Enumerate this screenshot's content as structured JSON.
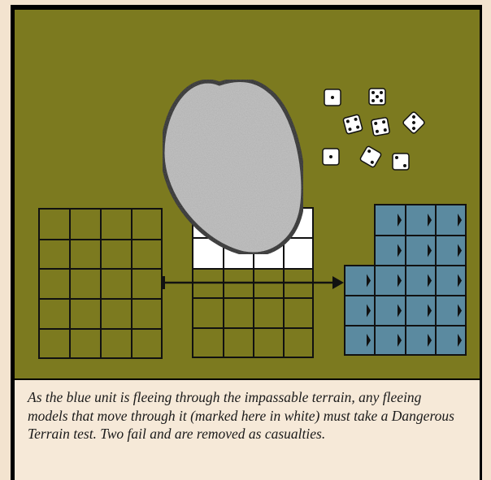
{
  "caption": "As the blue unit is fleeing through the impassable terrain, any fleeing models that move through it (marked here in white) must take a Dangerous Terrain test. Two fail and are removed as casualties.",
  "colors": {
    "border": "#000000",
    "field": "#7c7a1f",
    "rock": "#c4c4c4",
    "rock_outline": "#2a2a2a",
    "blue_unit": "#5b8aa0",
    "marked_models": "#ffffff",
    "caption_background": "#f6e9d8"
  },
  "dice": [
    "1",
    "5",
    "4",
    "4",
    "3",
    "1",
    "2",
    "2"
  ],
  "icons": [
    "die-icon",
    "move-arrow-icon",
    "facing-marker-icon"
  ]
}
